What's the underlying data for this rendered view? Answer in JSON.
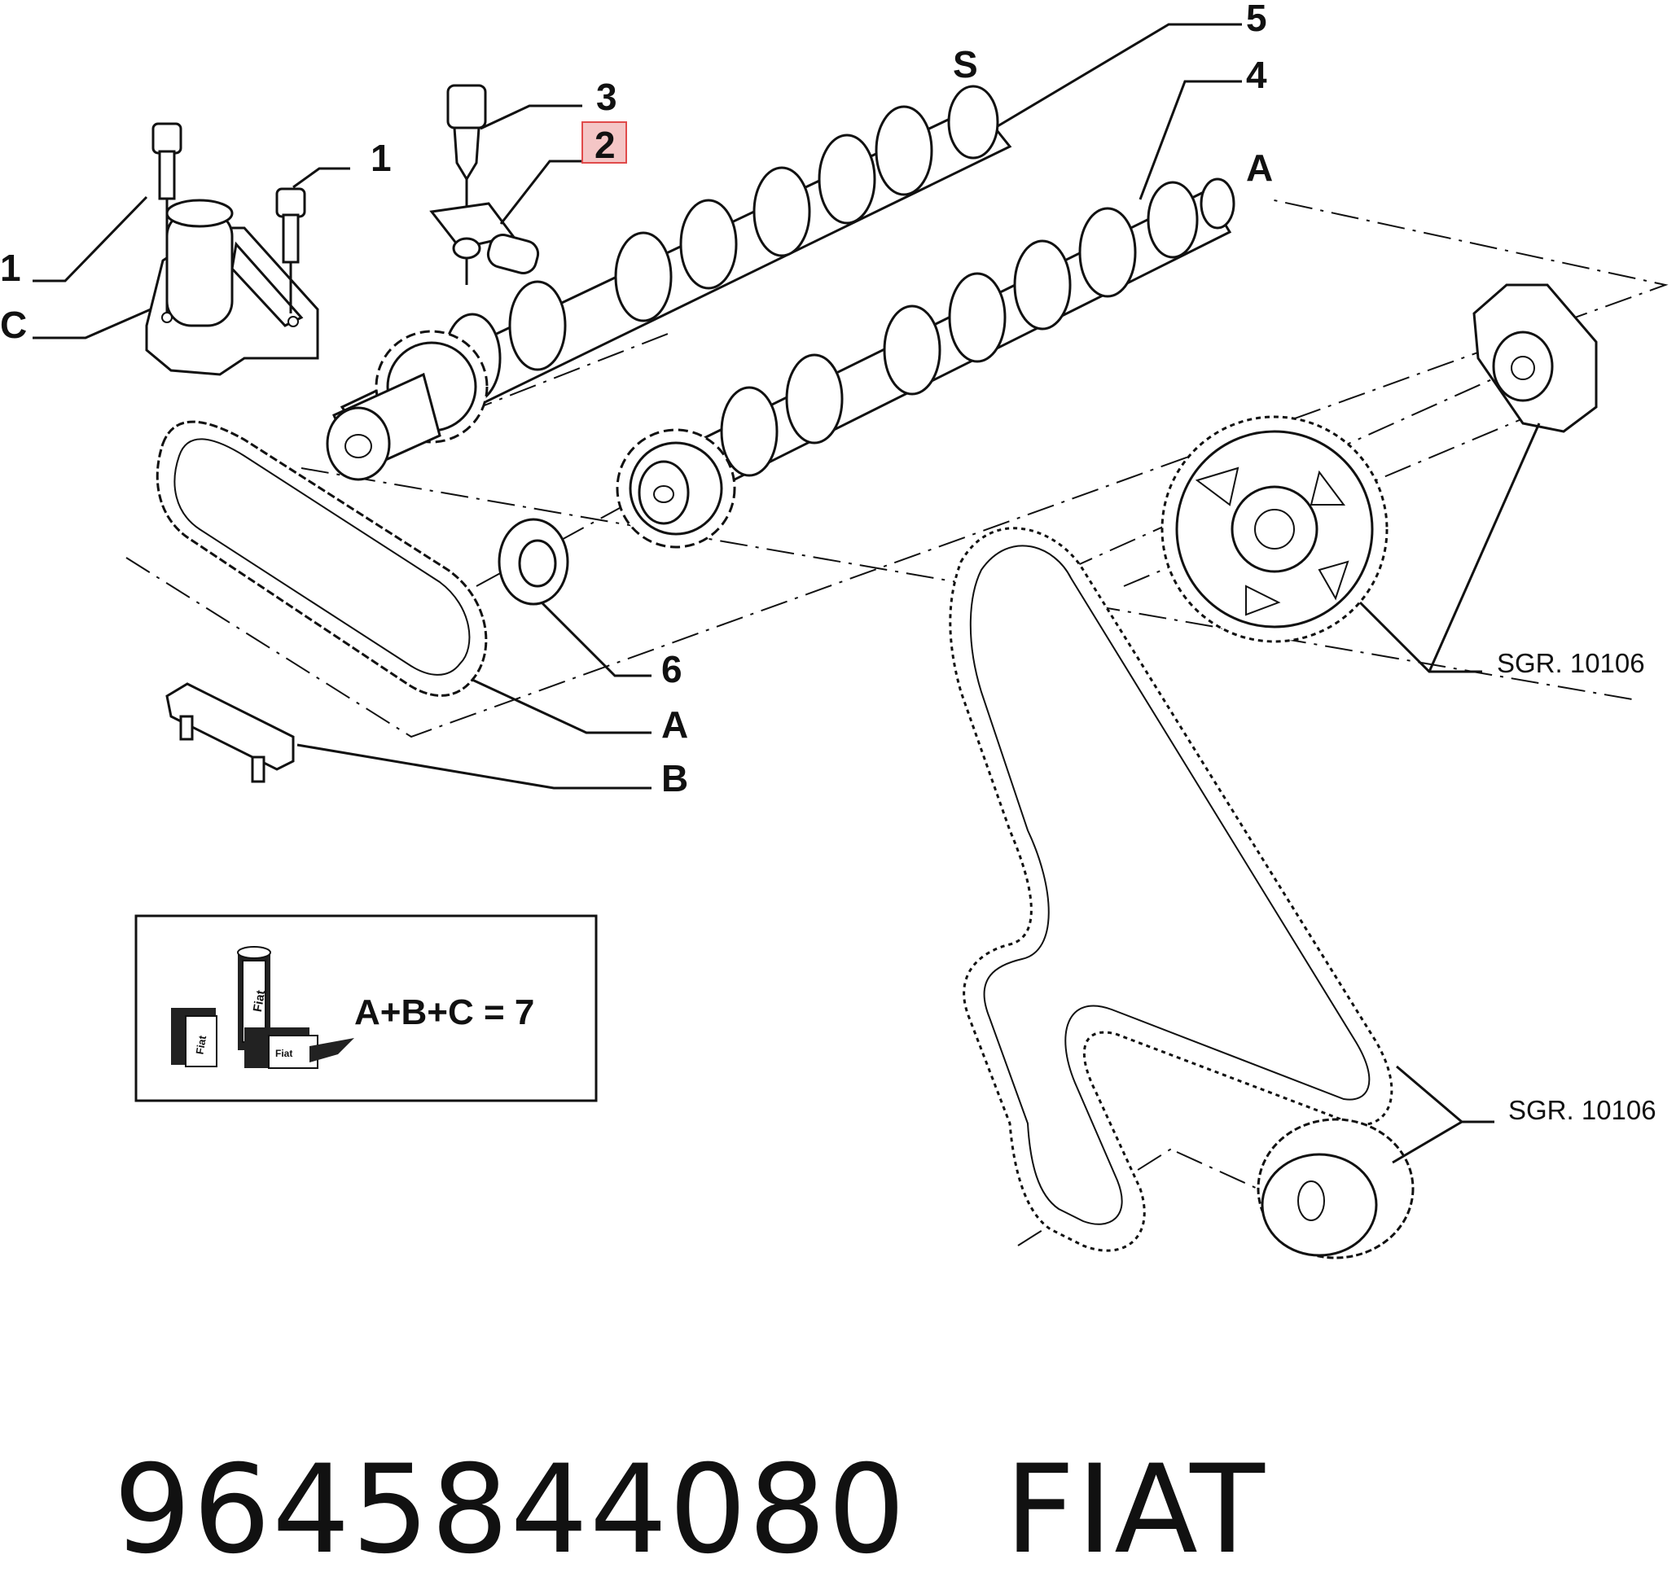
{
  "callouts": {
    "c1_left": "1",
    "c1_right": "1",
    "c2": "2",
    "c3": "3",
    "c4": "4",
    "c5": "5",
    "c6": "6",
    "cS": "S",
    "cA_top": "A",
    "cA_bottom": "A",
    "cB": "B",
    "cC": "C"
  },
  "references": {
    "sgr_upper": "SGR. 10106",
    "sgr_lower": "SGR. 10106"
  },
  "kit_box": {
    "formula": "A+B+C = 7",
    "pack_labels": [
      "Fiat",
      "Fiat",
      "Fiat"
    ]
  },
  "footer": {
    "part_number": "9645844080",
    "brand": "FIAT"
  },
  "colors": {
    "highlight_border": "#e04a4a",
    "highlight_fill": "#f4c6c6",
    "ink": "#111111"
  }
}
